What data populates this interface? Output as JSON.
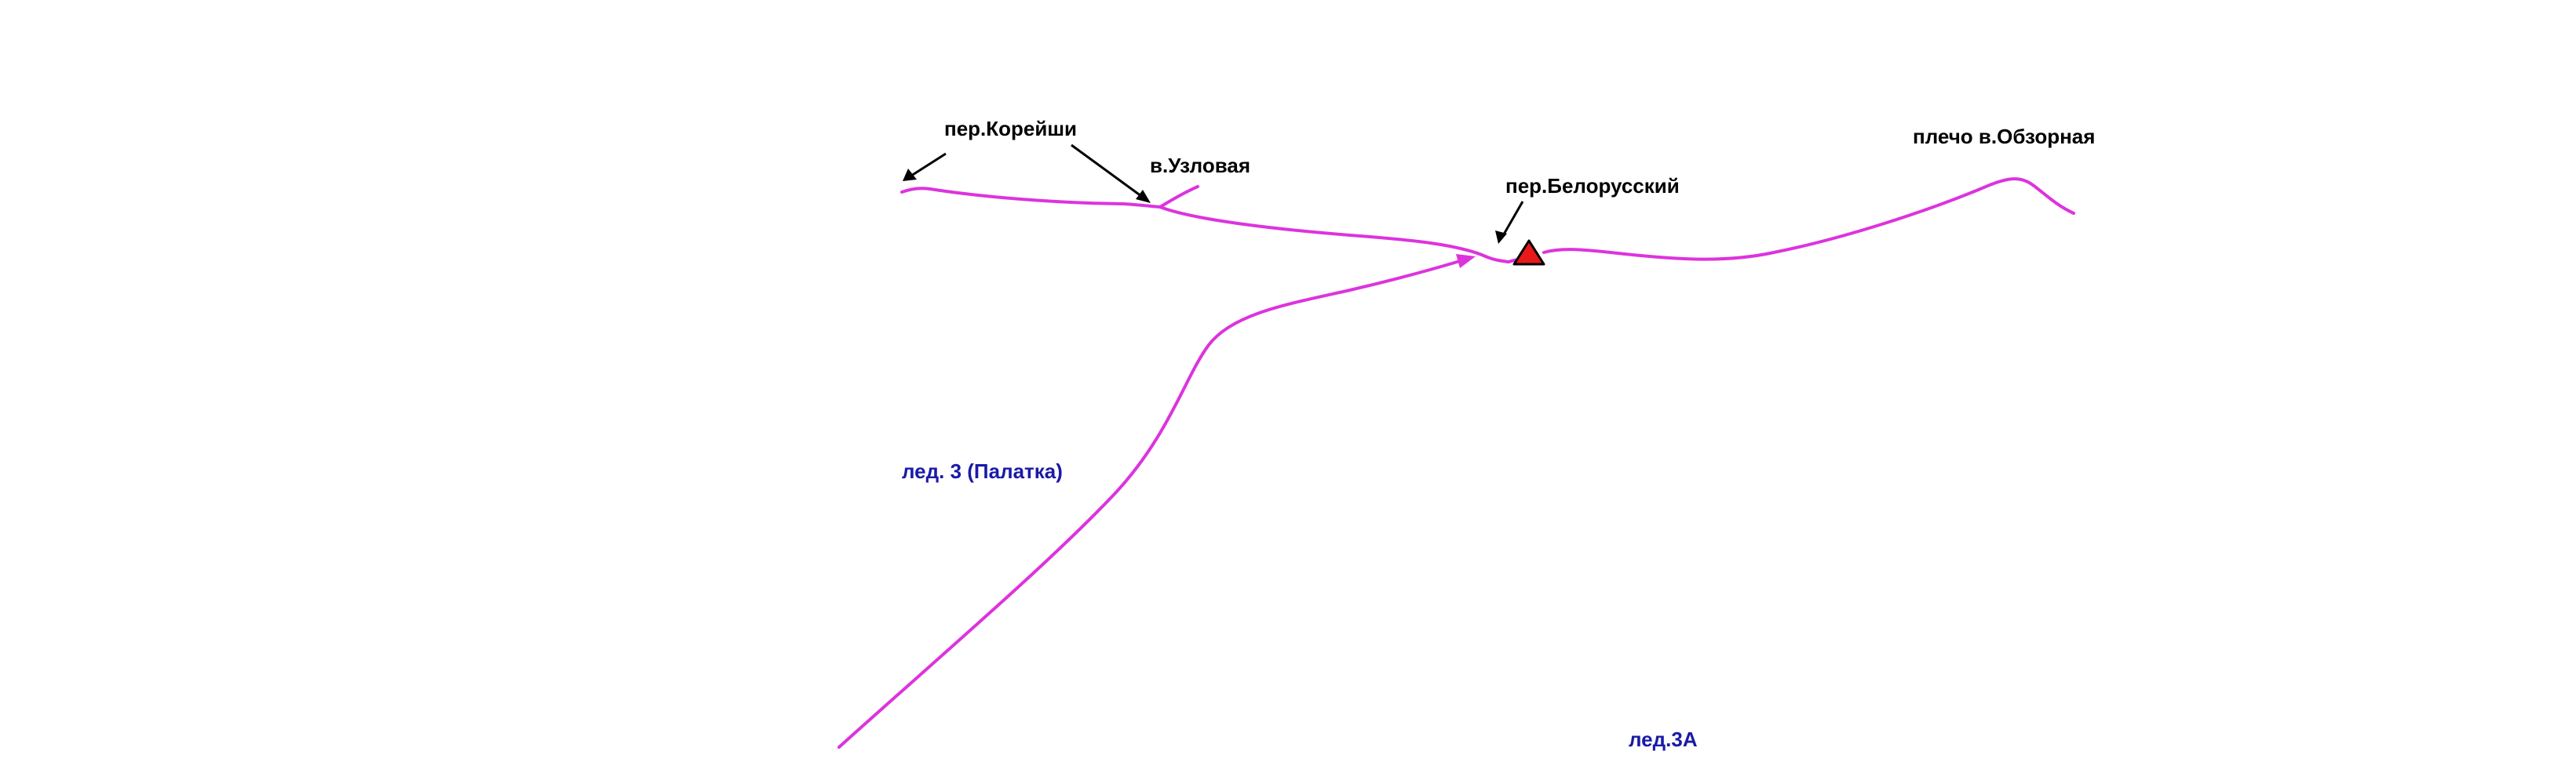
{
  "colors": {
    "route": "#dd33dd",
    "place_label": "#000000",
    "glacier_label": "#1a1aa8",
    "arrow": "#000000",
    "marker_fill": "#e81919",
    "marker_stroke": "#000000"
  },
  "map": {
    "labels": {
      "pass_koreyshi": "пер.Корейши",
      "peak_uzlovaya": "в.Узловая",
      "pass_belorussky": "пер.Белорусский",
      "shoulder_obzornaya": "плечо в.Обзорная",
      "glacier_3": "лед. 3 (Палатка)",
      "glacier_3a": "лед.3А"
    },
    "marker": {
      "icon": "triangle-marker-icon"
    }
  }
}
